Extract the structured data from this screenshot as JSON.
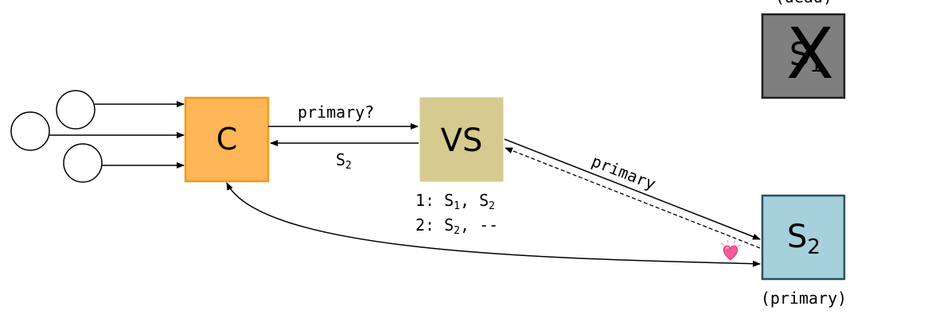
{
  "nodes": {
    "client": {
      "label": "C",
      "fill": "#ffb656",
      "stroke": "#f39a1c"
    },
    "view_service": {
      "label": "VS",
      "fill": "#d5ca8f",
      "stroke": "#d5ca8f"
    },
    "server1": {
      "label": "S",
      "sub": "1",
      "fill": "#7f7f7f",
      "stroke": "#1f1f1f",
      "status": "(dead)",
      "cross": "X"
    },
    "server2": {
      "label": "S",
      "sub": "2",
      "fill": "#a7d0dd",
      "stroke": "#2b4f5f",
      "status": "(primary)"
    }
  },
  "edges": {
    "query": "primary?",
    "reply_base": "S",
    "reply_sub": "2",
    "notify": "primary"
  },
  "view_table": [
    {
      "num": "1: ",
      "a": "S",
      "a_sub": "1",
      "sep": ", ",
      "b": "S",
      "b_sub": "2"
    },
    {
      "num": "2: ",
      "a": "S",
      "a_sub": "2",
      "sep": ", ",
      "b": "--",
      "b_sub": ""
    }
  ],
  "heart_icon": "heart-icon"
}
